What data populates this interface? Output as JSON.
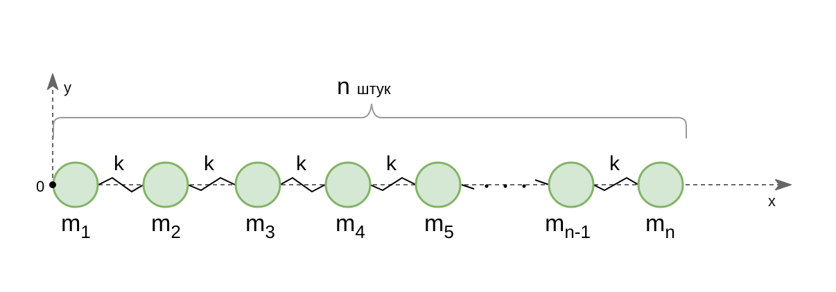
{
  "axes": {
    "x_label": "x",
    "y_label": "y",
    "origin_label": "0"
  },
  "brace": {
    "count_symbol": "n",
    "count_word": "штук"
  },
  "spring_label": "k",
  "masses": [
    {
      "base": "m",
      "sub": "1"
    },
    {
      "base": "m",
      "sub": "2"
    },
    {
      "base": "m",
      "sub": "3"
    },
    {
      "base": "m",
      "sub": "4"
    },
    {
      "base": "m",
      "sub": "5"
    },
    {
      "base": "m",
      "sub": "n-1"
    },
    {
      "base": "m",
      "sub": "n"
    }
  ],
  "colors": {
    "mass_fill": "#d5e8d4",
    "mass_stroke": "#82b366",
    "axis": "#666666",
    "brace": "#999999",
    "spring": "#000000"
  }
}
